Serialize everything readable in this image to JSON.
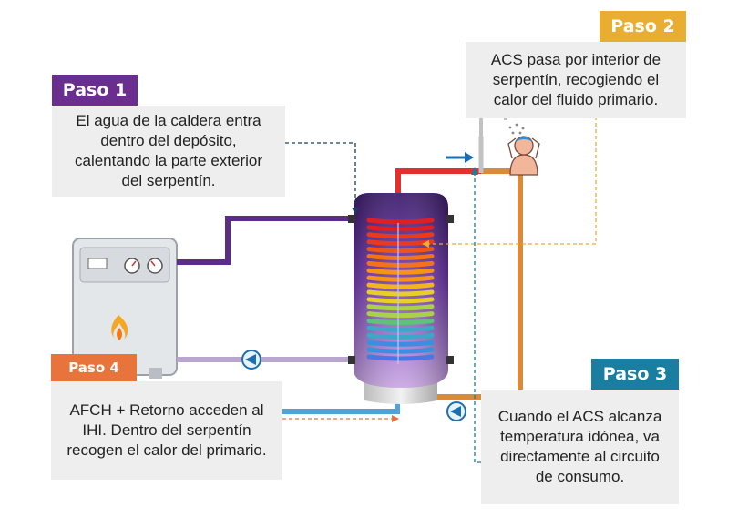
{
  "steps": [
    {
      "tag": "Paso 1",
      "text": "El agua de la caldera entra dentro del depósito, calentando la parte exterior del serpentín.",
      "color": "#6a2e8e"
    },
    {
      "tag": "Paso 2",
      "text": "ACS pasa por interior de serpentín, recogiendo el calor del fluido primario.",
      "color": "#e9ad32"
    },
    {
      "tag": "Paso 3",
      "text": "Cuando el ACS alcanza temperatura idónea, va directamente al circuito de consumo.",
      "color": "#1a7ea0"
    },
    {
      "tag": "Paso 4",
      "text": "AFCH + Retorno acceden al IHI. Dentro del serpentín recogen el calor del primario.",
      "color": "#e8743b"
    }
  ],
  "colors": {
    "primary_pipe": "#5b2d86",
    "hot_pipe": "#e03030",
    "dhw_pipe": "#d98a3a",
    "cold_pipe": "#4fa3d8",
    "return_pipe": "#b9a6cf",
    "arrow_blue": "#1a6fb0"
  },
  "icons": [
    "flame-icon",
    "shower-icon",
    "person-icon",
    "pump-icon",
    "arrow-right-icon",
    "gauge-icon"
  ]
}
